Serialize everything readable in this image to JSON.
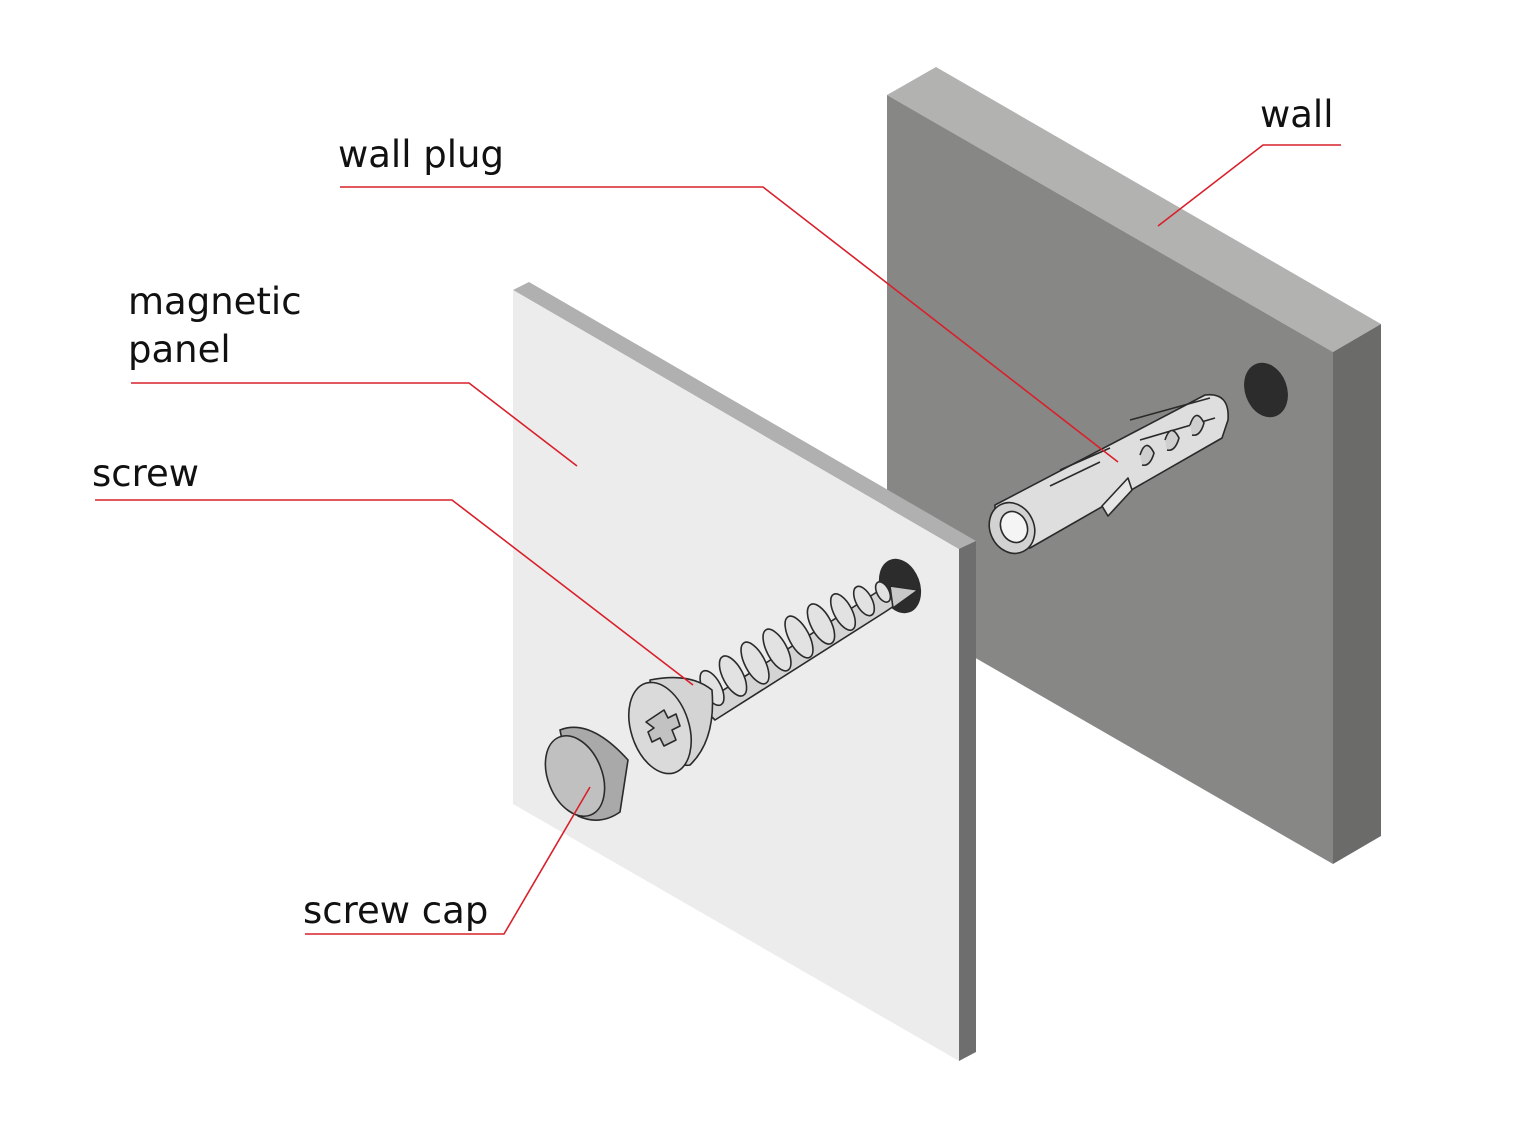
{
  "labels": {
    "wall": "wall",
    "wall_plug": "wall plug",
    "magnetic_panel_line1": "magnetic",
    "magnetic_panel_line2": "panel",
    "screw": "screw",
    "screw_cap": "screw cap"
  },
  "colors": {
    "leader_line": "#d9202a",
    "wall_front": "#878785",
    "wall_top": "#b2b2b1",
    "wall_side": "#6b6b6a",
    "panel_front": "#ececec",
    "panel_top": "#b0b0b0",
    "panel_side": "#6e6e6e",
    "hole": "#2c2c2c",
    "hardware": "#dcdcdc",
    "cap": "#bcbcbc"
  }
}
